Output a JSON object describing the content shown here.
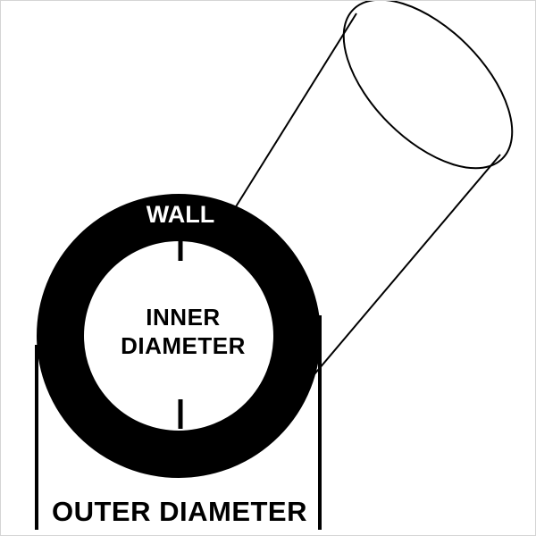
{
  "diagram": {
    "description": "Tube / pipe cross-section dimension diagram",
    "labels": {
      "wall": "WALL",
      "inner_diameter_line1": "INNER",
      "inner_diameter_line2": "DIAMETER",
      "outer_diameter": "OUTER DIAMETER"
    },
    "colors": {
      "ring": "#000000",
      "background": "#ffffff",
      "outline": "#000000",
      "wall_label": "#ffffff",
      "text": "#000000"
    }
  }
}
